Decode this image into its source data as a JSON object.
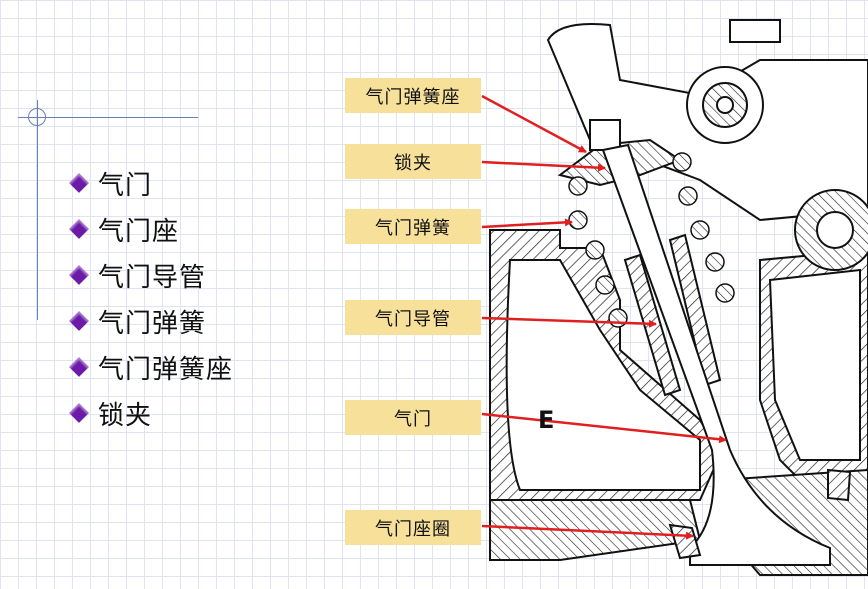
{
  "bullets": [
    "气门",
    "气门座",
    "气门导管",
    "气门弹簧",
    "气门弹簧座",
    "锁夹"
  ],
  "callouts": [
    "气门弹簧座",
    "锁夹",
    "气门弹簧",
    "气门导管",
    "气门",
    "气门座圈"
  ],
  "diagram_letter": "E",
  "colors": {
    "bullet": "#6d1aa8",
    "label_bg": "#f6e09a",
    "arrow": "#e02020",
    "grid": "#dfe4f2"
  }
}
